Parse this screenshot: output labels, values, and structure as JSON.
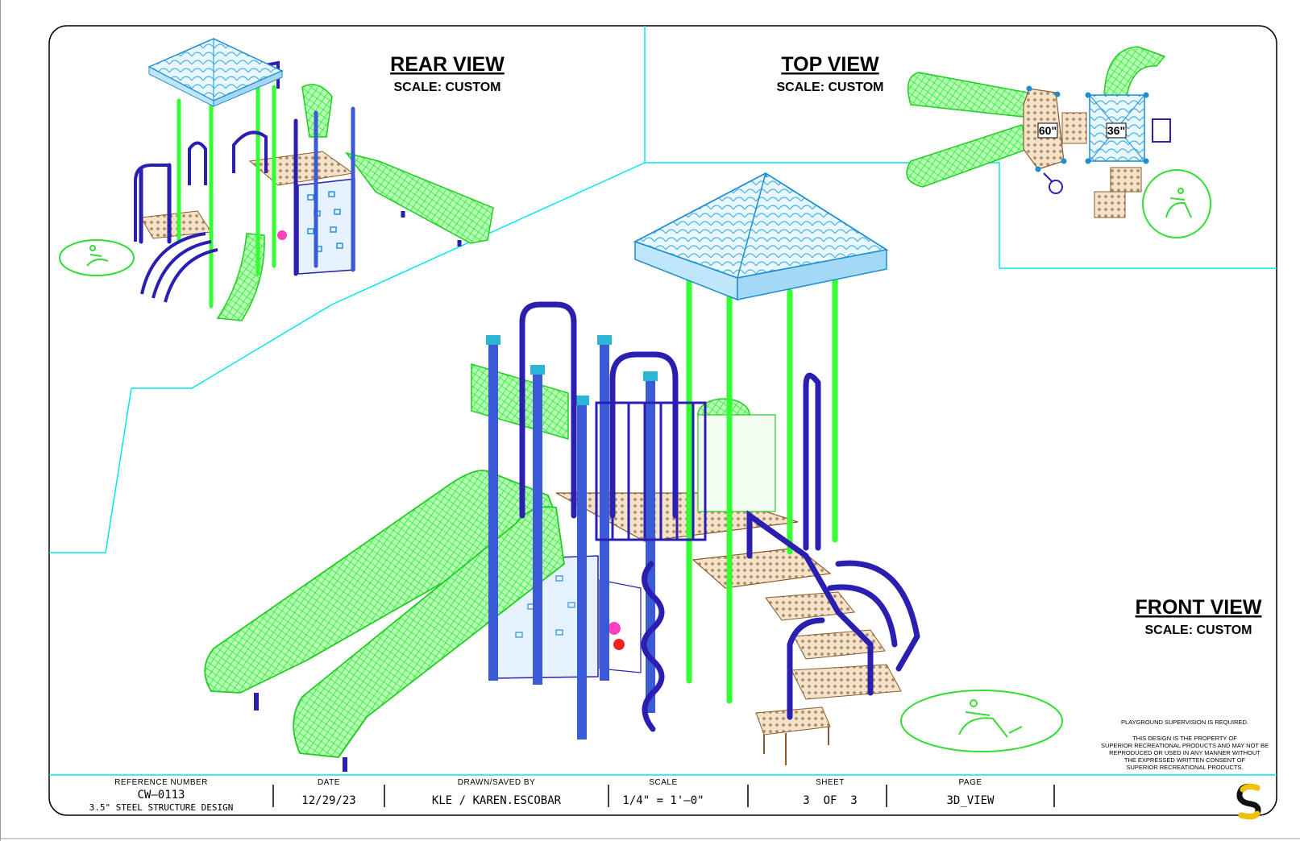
{
  "views": {
    "rear": {
      "title": "REAR VIEW",
      "scale": "SCALE: CUSTOM"
    },
    "top": {
      "title": "TOP VIEW",
      "scale": "SCALE: CUSTOM",
      "deck_heights": [
        "60\"",
        "36\""
      ]
    },
    "front": {
      "title": "FRONT VIEW",
      "scale": "SCALE: CUSTOM"
    }
  },
  "notes": {
    "supervision": "PLAYGROUND SUPERVISION IS REQUIRED.",
    "property_lines": [
      "THIS DESIGN IS THE PROPERTY OF",
      "SUPERIOR RECREATIONAL PRODUCTS AND MAY NOT BE",
      "REPRODUCED OR USED IN ANY MANNER WITHOUT",
      "THE EXPRESSED WRITTEN CONSENT OF",
      "SUPERIOR RECREATIONAL PRODUCTS."
    ]
  },
  "title_block": {
    "reference": {
      "label": "REFERENCE NUMBER",
      "value": "CW–0113",
      "sub": "3.5\" STEEL STRUCTURE DESIGN"
    },
    "date": {
      "label": "DATE",
      "value": "12/29/23"
    },
    "drawn": {
      "label": "DRAWN/SAVED BY",
      "value": "KLE / KAREN.ESCOBAR"
    },
    "scale": {
      "label": "SCALE",
      "value": "1/4\" = 1'–0\""
    },
    "sheet": {
      "label": "SHEET",
      "value": "3  OF  3"
    },
    "page": {
      "label": "PAGE",
      "value": "3D_VIEW"
    },
    "logo_text": "S"
  },
  "colors": {
    "border": "#00e5ee",
    "slide": "#33ff33",
    "rail": "#2a1fb0",
    "post_blue": "#3b5bd6",
    "roof": "#6ec6f0",
    "deck": "#c49a6c",
    "panel": "#e6f3ff",
    "ada_symbol": "#33dd33",
    "logo_yellow": "#f2c200"
  }
}
